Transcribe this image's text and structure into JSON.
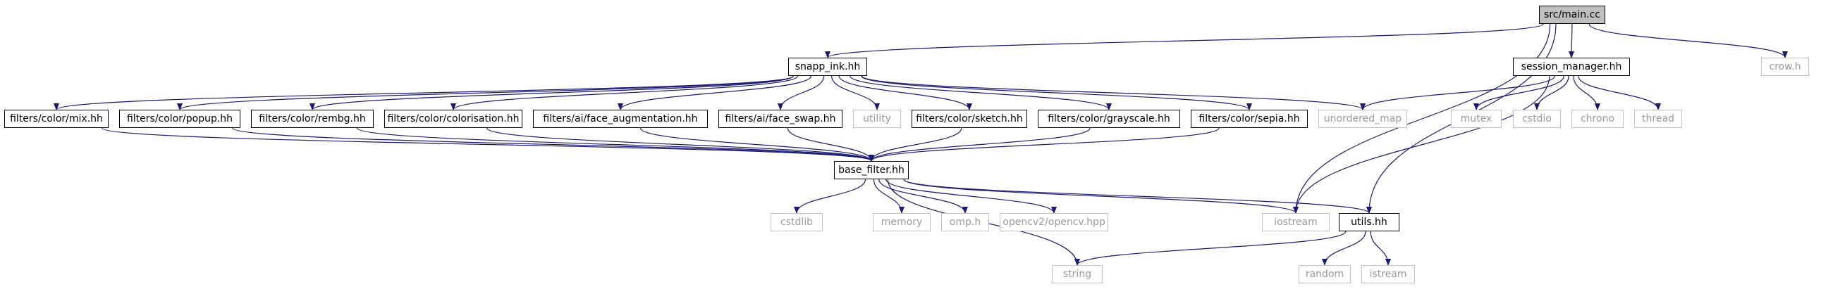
{
  "nodes": {
    "main_cc": "src/main.cc",
    "snapp_ink": "snapp_ink.hh",
    "crow": "crow.h",
    "session_manager": "session_manager.hh",
    "mix": "filters/color/mix.hh",
    "popup": "filters/color/popup.hh",
    "rembg": "filters/color/rembg.hh",
    "colorisation": "filters/color/colorisation.hh",
    "face_aug": "filters/ai/face_augmentation.hh",
    "face_swap": "filters/ai/face_swap.hh",
    "utility": "utility",
    "sketch": "filters/color/sketch.hh",
    "grayscale": "filters/color/grayscale.hh",
    "sepia": "filters/color/sepia.hh",
    "unordered_map": "unordered_map",
    "mutex": "mutex",
    "cstdio": "cstdio",
    "chrono": "chrono",
    "thread": "thread",
    "base_filter": "base_filter.hh",
    "cstdlib": "cstdlib",
    "memory": "memory",
    "omp": "omp.h",
    "opencv": "opencv2/opencv.hpp",
    "iostream": "iostream",
    "utils": "utils.hh",
    "string": "string",
    "random": "random",
    "istream": "istream"
  },
  "node_kinds": {
    "main": [
      "main_cc"
    ],
    "local": [
      "snapp_ink",
      "session_manager",
      "mix",
      "popup",
      "rembg",
      "colorisation",
      "face_aug",
      "face_swap",
      "sketch",
      "grayscale",
      "sepia",
      "base_filter",
      "utils"
    ],
    "external": [
      "crow",
      "utility",
      "unordered_map",
      "mutex",
      "cstdio",
      "chrono",
      "thread",
      "cstdlib",
      "memory",
      "omp",
      "opencv",
      "iostream",
      "string",
      "random",
      "istream"
    ]
  },
  "edges": [
    [
      "main_cc",
      "snapp_ink"
    ],
    [
      "main_cc",
      "session_manager"
    ],
    [
      "main_cc",
      "crow"
    ],
    [
      "main_cc",
      "iostream"
    ],
    [
      "main_cc",
      "utils"
    ],
    [
      "snapp_ink",
      "mix"
    ],
    [
      "snapp_ink",
      "popup"
    ],
    [
      "snapp_ink",
      "rembg"
    ],
    [
      "snapp_ink",
      "colorisation"
    ],
    [
      "snapp_ink",
      "face_aug"
    ],
    [
      "snapp_ink",
      "face_swap"
    ],
    [
      "snapp_ink",
      "utility"
    ],
    [
      "snapp_ink",
      "sketch"
    ],
    [
      "snapp_ink",
      "grayscale"
    ],
    [
      "snapp_ink",
      "sepia"
    ],
    [
      "snapp_ink",
      "unordered_map"
    ],
    [
      "session_manager",
      "unordered_map"
    ],
    [
      "session_manager",
      "mutex"
    ],
    [
      "session_manager",
      "cstdio"
    ],
    [
      "session_manager",
      "chrono"
    ],
    [
      "session_manager",
      "thread"
    ],
    [
      "session_manager",
      "iostream"
    ],
    [
      "mix",
      "base_filter"
    ],
    [
      "popup",
      "base_filter"
    ],
    [
      "rembg",
      "base_filter"
    ],
    [
      "colorisation",
      "base_filter"
    ],
    [
      "face_aug",
      "base_filter"
    ],
    [
      "face_swap",
      "base_filter"
    ],
    [
      "sketch",
      "base_filter"
    ],
    [
      "grayscale",
      "base_filter"
    ],
    [
      "sepia",
      "base_filter"
    ],
    [
      "base_filter",
      "cstdlib"
    ],
    [
      "base_filter",
      "memory"
    ],
    [
      "base_filter",
      "omp"
    ],
    [
      "base_filter",
      "opencv"
    ],
    [
      "base_filter",
      "iostream"
    ],
    [
      "base_filter",
      "utils"
    ],
    [
      "base_filter",
      "string"
    ],
    [
      "utils",
      "string"
    ],
    [
      "utils",
      "random"
    ],
    [
      "utils",
      "istream"
    ]
  ],
  "colors": {
    "edge": "#191970",
    "local_border": "#000000",
    "external_border": "#bfbfbf",
    "external_text": "#9a9a9a",
    "main_fill": "#bfbfbf"
  }
}
